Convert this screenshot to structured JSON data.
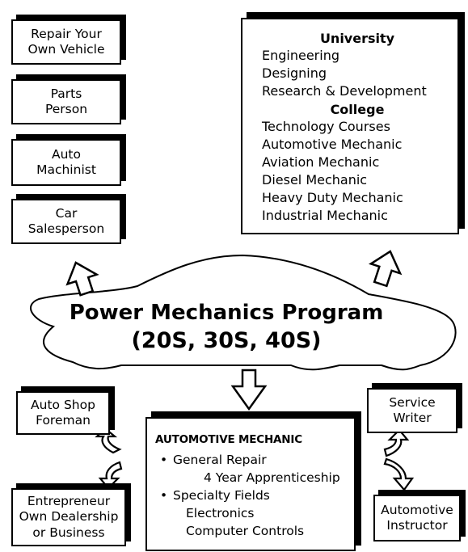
{
  "left_careers": [
    [
      "Repair Your",
      "Own Vehicle"
    ],
    [
      "Parts",
      "Person"
    ],
    [
      "Auto",
      "Machinist"
    ],
    [
      "Car",
      "Salesperson"
    ]
  ],
  "higher_education": {
    "university_heading": "University",
    "university_items": [
      "Engineering",
      "Designing",
      "Research & Development"
    ],
    "college_heading": "College",
    "college_items": [
      "Technology Courses",
      "Automotive Mechanic",
      "Aviation Mechanic",
      "Diesel Mechanic",
      "Heavy Duty Mechanic",
      "Industrial Mechanic"
    ]
  },
  "program": {
    "title": "Power Mechanics Program",
    "courses": "(20S, 30S, 40S)"
  },
  "automotive_mechanic": {
    "title": "AUTOMOTIVE MECHANIC",
    "bullet1": "General Repair",
    "sub1": "4 Year Apprenticeship",
    "bullet2": "Specialty Fields",
    "sub2a": "Electronics",
    "sub2b": "Computer Controls"
  },
  "left_bottom": {
    "top": [
      "Auto Shop",
      "Foreman"
    ],
    "bottom": [
      "Entrepreneur",
      "Own Dealership",
      "or Business"
    ]
  },
  "right_bottom": {
    "top": [
      "Service",
      "Writer"
    ],
    "bottom": [
      "Automotive",
      "Instructor"
    ]
  }
}
